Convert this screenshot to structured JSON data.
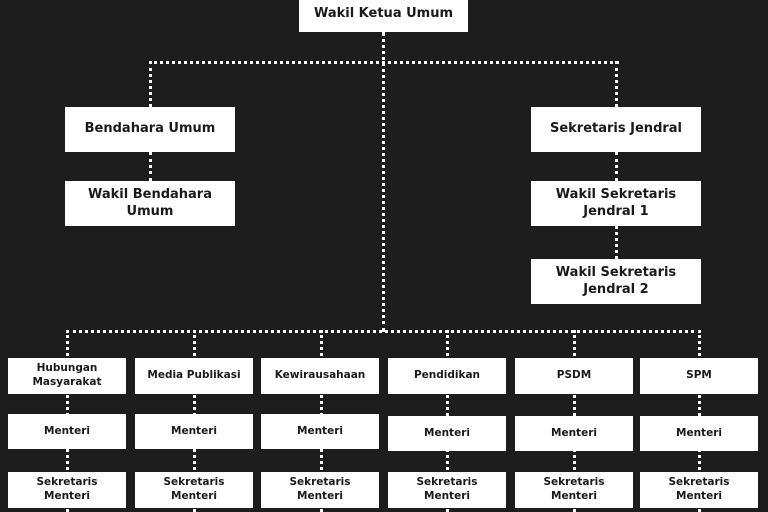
{
  "top": {
    "wakil_ketua_umum": "Wakil Ketua Umum"
  },
  "left_branch": {
    "bendahara_umum": "Bendahara Umum",
    "wakil_bendahara_umum": "Wakil Bendahara Umum"
  },
  "right_branch": {
    "sekretaris_jendral": "Sekretaris Jendral",
    "wakil_sekretaris_jendral_1": "Wakil Sekretaris Jendral 1",
    "wakil_sekretaris_jendral_2": "Wakil Sekretaris Jendral 2"
  },
  "departments": [
    {
      "name": "Hubungan Masyarakat",
      "menteri": "Menteri",
      "sekretaris": "Sekretaris Menteri"
    },
    {
      "name": "Media Publikasi",
      "menteri": "Menteri",
      "sekretaris": "Sekretaris Menteri"
    },
    {
      "name": "Kewirausahaan",
      "menteri": "Menteri",
      "sekretaris": "Sekretaris Menteri"
    },
    {
      "name": "Pendidikan",
      "menteri": "Menteri",
      "sekretaris": "Sekretaris Menteri"
    },
    {
      "name": "PSDM",
      "menteri": "Menteri",
      "sekretaris": "Sekretaris Menteri"
    },
    {
      "name": "SPM",
      "menteri": "Menteri",
      "sekretaris": "Sekretaris Menteri"
    }
  ],
  "colors": {
    "background": "#1e1d1d",
    "box": "#ffffff",
    "connector": "#ffffff",
    "text": "#1a1a1a"
  }
}
